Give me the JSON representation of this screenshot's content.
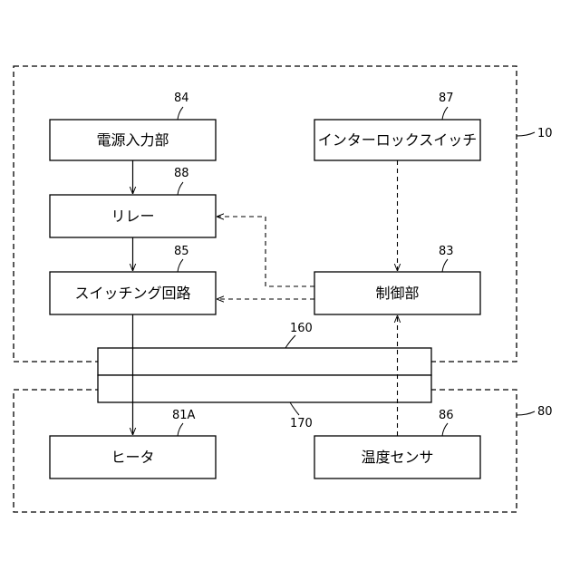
{
  "units": {
    "upper_unit_ref": "10",
    "lower_unit_ref": "80"
  },
  "blocks": {
    "power_input": {
      "label": "電源入力部",
      "ref": "84"
    },
    "relay": {
      "label": "リレー",
      "ref": "88"
    },
    "switching_circuit": {
      "label": "スイッチング回路",
      "ref": "85"
    },
    "interlock_switch": {
      "label": "インターロックスイッチ",
      "ref": "87"
    },
    "control_unit": {
      "label": "制御部",
      "ref": "83"
    },
    "heater": {
      "label": "ヒータ",
      "ref": "81A"
    },
    "temperature_sensor": {
      "label": "温度センサ",
      "ref": "86"
    }
  },
  "connectors": {
    "upper_ref": "160",
    "lower_ref": "170"
  }
}
